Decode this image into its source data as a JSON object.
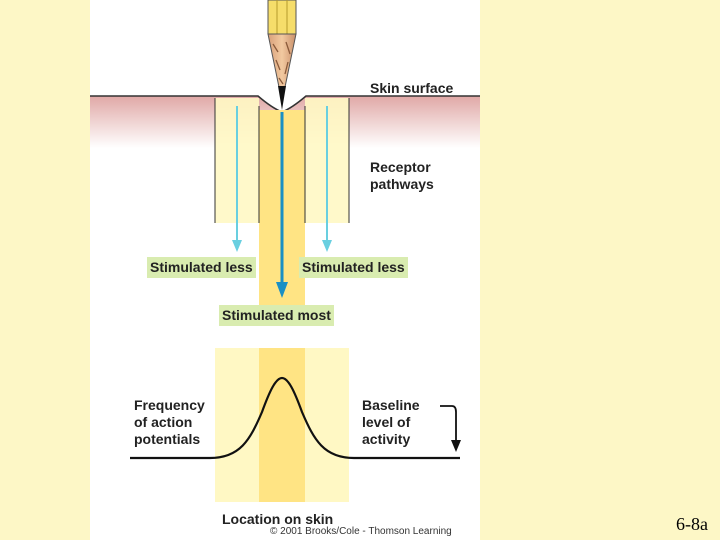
{
  "figure": {
    "labels": {
      "skin_surface": "Skin surface",
      "receptor_pathways": [
        "Receptor",
        "pathways"
      ],
      "stimulated_less_left": "Stimulated less",
      "stimulated_less_right": "Stimulated less",
      "stimulated_most": "Stimulated most",
      "frequency": [
        "Frequency",
        "of action",
        "potentials"
      ],
      "baseline": [
        "Baseline",
        "level of",
        "activity"
      ],
      "location": "Location on skin"
    },
    "copyright": "© 2001 Brooks/Cole - Thomson Learning"
  },
  "slide_number": "6-8a",
  "colors": {
    "slide_bg": "#fdf7c6",
    "skin": "#e8b7b0",
    "pathway_light": "#fff8c4",
    "pathway_center": "#ffe484",
    "arrow_light": "#69cfe0",
    "arrow_strong": "#1a8fc4",
    "label_bg": "#d9ecb0"
  }
}
